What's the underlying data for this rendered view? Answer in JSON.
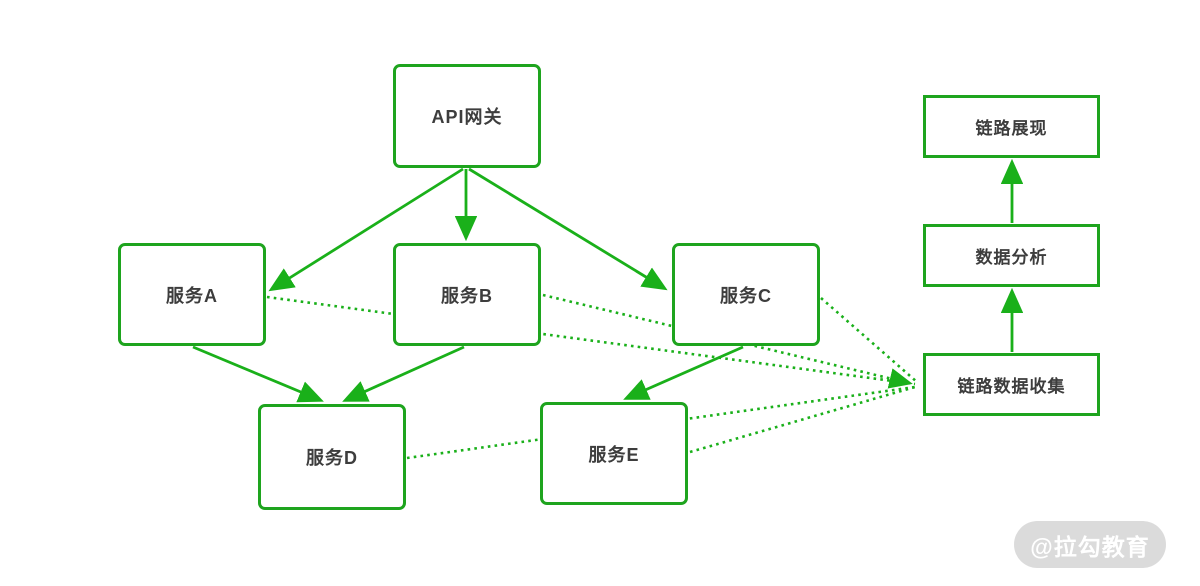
{
  "diagram": {
    "title_hint": "distributed tracing architecture",
    "accent_color": "#1ea41e",
    "label_color": "#3d3d3d",
    "nodes": {
      "gateway": {
        "label": "API网关"
      },
      "service_a": {
        "label": "服务A"
      },
      "service_b": {
        "label": "服务B"
      },
      "service_c": {
        "label": "服务C"
      },
      "service_d": {
        "label": "服务D"
      },
      "service_e": {
        "label": "服务E"
      },
      "display": {
        "label": "链路展现"
      },
      "analysis": {
        "label": "数据分析"
      },
      "collection": {
        "label": "链路数据收集"
      }
    },
    "edges": {
      "solid_arrows": [
        {
          "from": "API网关",
          "to": "服务A"
        },
        {
          "from": "API网关",
          "to": "服务B"
        },
        {
          "from": "API网关",
          "to": "服务C"
        },
        {
          "from": "服务A",
          "to": "服务D"
        },
        {
          "from": "服务B",
          "to": "服务D"
        },
        {
          "from": "服务C",
          "to": "服务E"
        },
        {
          "from": "链路数据收集",
          "to": "数据分析"
        },
        {
          "from": "数据分析",
          "to": "链路展现"
        }
      ],
      "dotted_arrows": [
        {
          "from": "服务A",
          "to": "链路数据收集"
        },
        {
          "from": "服务B",
          "to": "链路数据收集"
        },
        {
          "from": "服务C",
          "to": "链路数据收集"
        },
        {
          "from": "服务D",
          "to": "链路数据收集"
        },
        {
          "from": "服务E",
          "to": "链路数据收集"
        }
      ]
    }
  },
  "watermark": {
    "text": "@拉勾教育",
    "bg_color": "#dbdbdb",
    "text_color": "#ffffff"
  }
}
